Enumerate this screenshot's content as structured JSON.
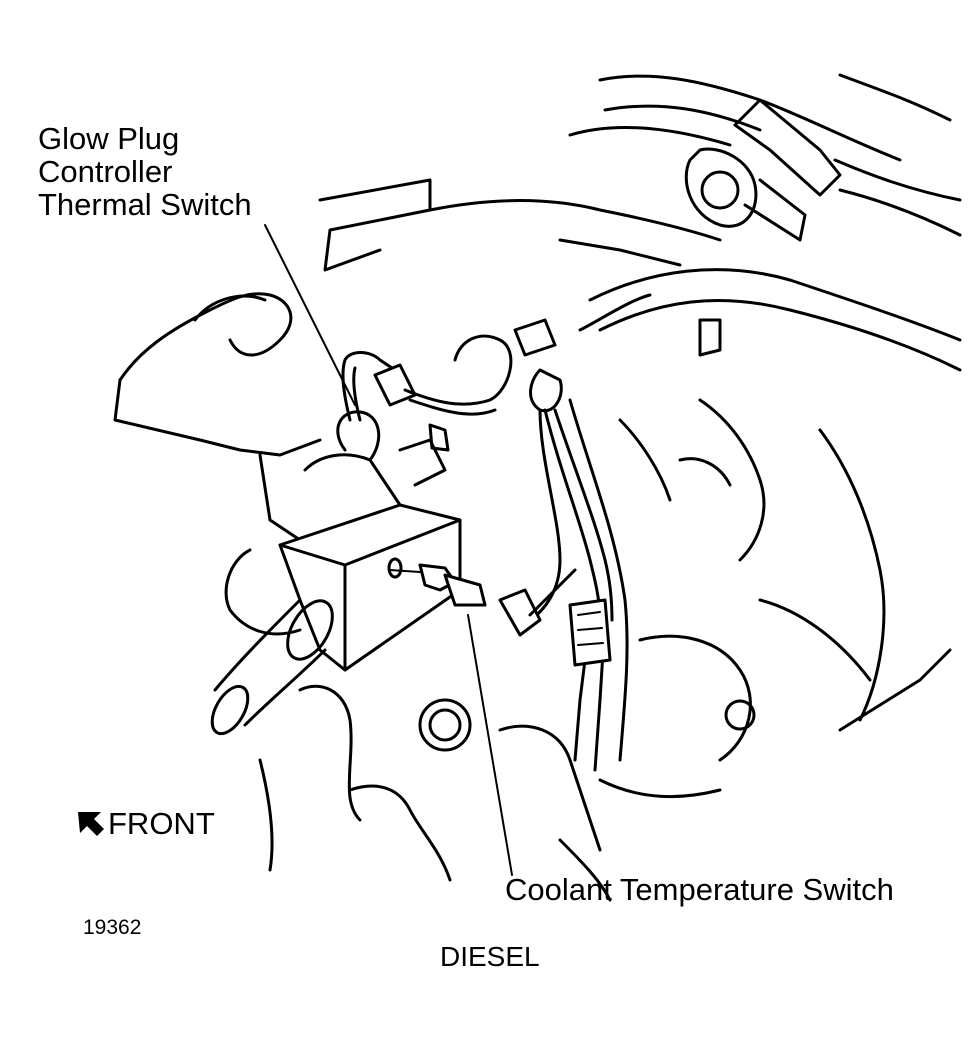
{
  "labels": {
    "glow_plug_line1": "Glow Plug",
    "glow_plug_line2": "Controller",
    "glow_plug_line3": "Thermal Switch",
    "coolant_switch": "Coolant Temperature Switch",
    "front": "FRONT",
    "figure_number": "19362",
    "engine_type": "DIESEL"
  },
  "icons": {
    "front_arrow": "front-arrow-icon"
  },
  "colors": {
    "ink": "#000000",
    "paper": "#ffffff"
  }
}
